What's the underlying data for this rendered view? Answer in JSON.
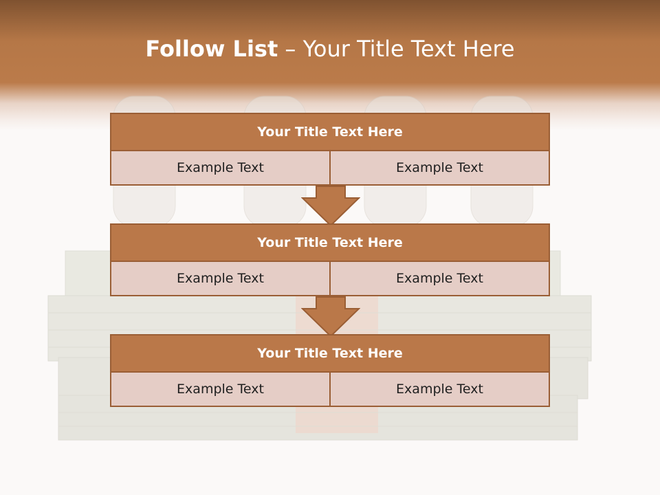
{
  "slide": {
    "title_bold": "Follow List",
    "title_rest": " – Your Title Text Here"
  },
  "flow": [
    {
      "title": "Your Title Text Here",
      "left": "Example Text",
      "right": "Example Text"
    },
    {
      "title": "Your Title Text Here",
      "left": "Example Text",
      "right": "Example Text"
    },
    {
      "title": "Your Title Text Here",
      "left": "Example Text",
      "right": "Example Text"
    }
  ],
  "colors": {
    "accent": "#ba7849",
    "accent_dark": "#9a5e35",
    "cell_fill": "#e5cdc6",
    "header_top": "#7f5230"
  }
}
